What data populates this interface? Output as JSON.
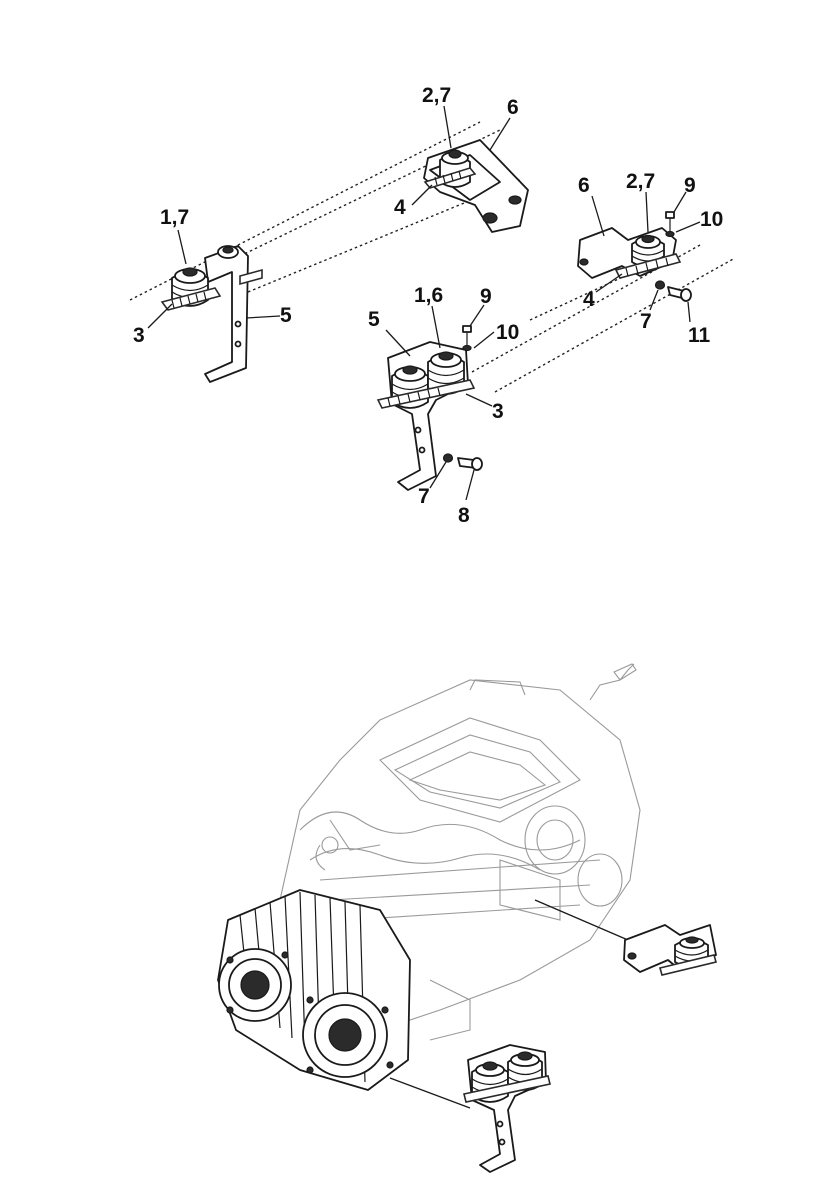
{
  "callouts": {
    "upper_rear_mount_label": "2,7",
    "upper_rear_bracket_label": "6",
    "upper_rear_pad_label": "4",
    "left_mount_label": "1,7",
    "left_pad_label": "3",
    "left_bracket_label": "5",
    "right_bracket_label": "6",
    "right_mount_label": "2,7",
    "right_bolt_label": "9",
    "right_washer_label": "10",
    "right_pad_label": "4",
    "right_nut_label": "7",
    "right_screw_label": "11",
    "center_bracket_label": "5",
    "center_mount_label": "1,6",
    "center_bolt_label": "9",
    "center_washer_label": "10",
    "center_pad_label": "3",
    "center_nut_label": "7",
    "center_screw_label": "8"
  },
  "icons": {
    "upper_exploded_view": "engine-mount-exploded-icon",
    "lower_engine_view": "engine-assembly-icon"
  }
}
